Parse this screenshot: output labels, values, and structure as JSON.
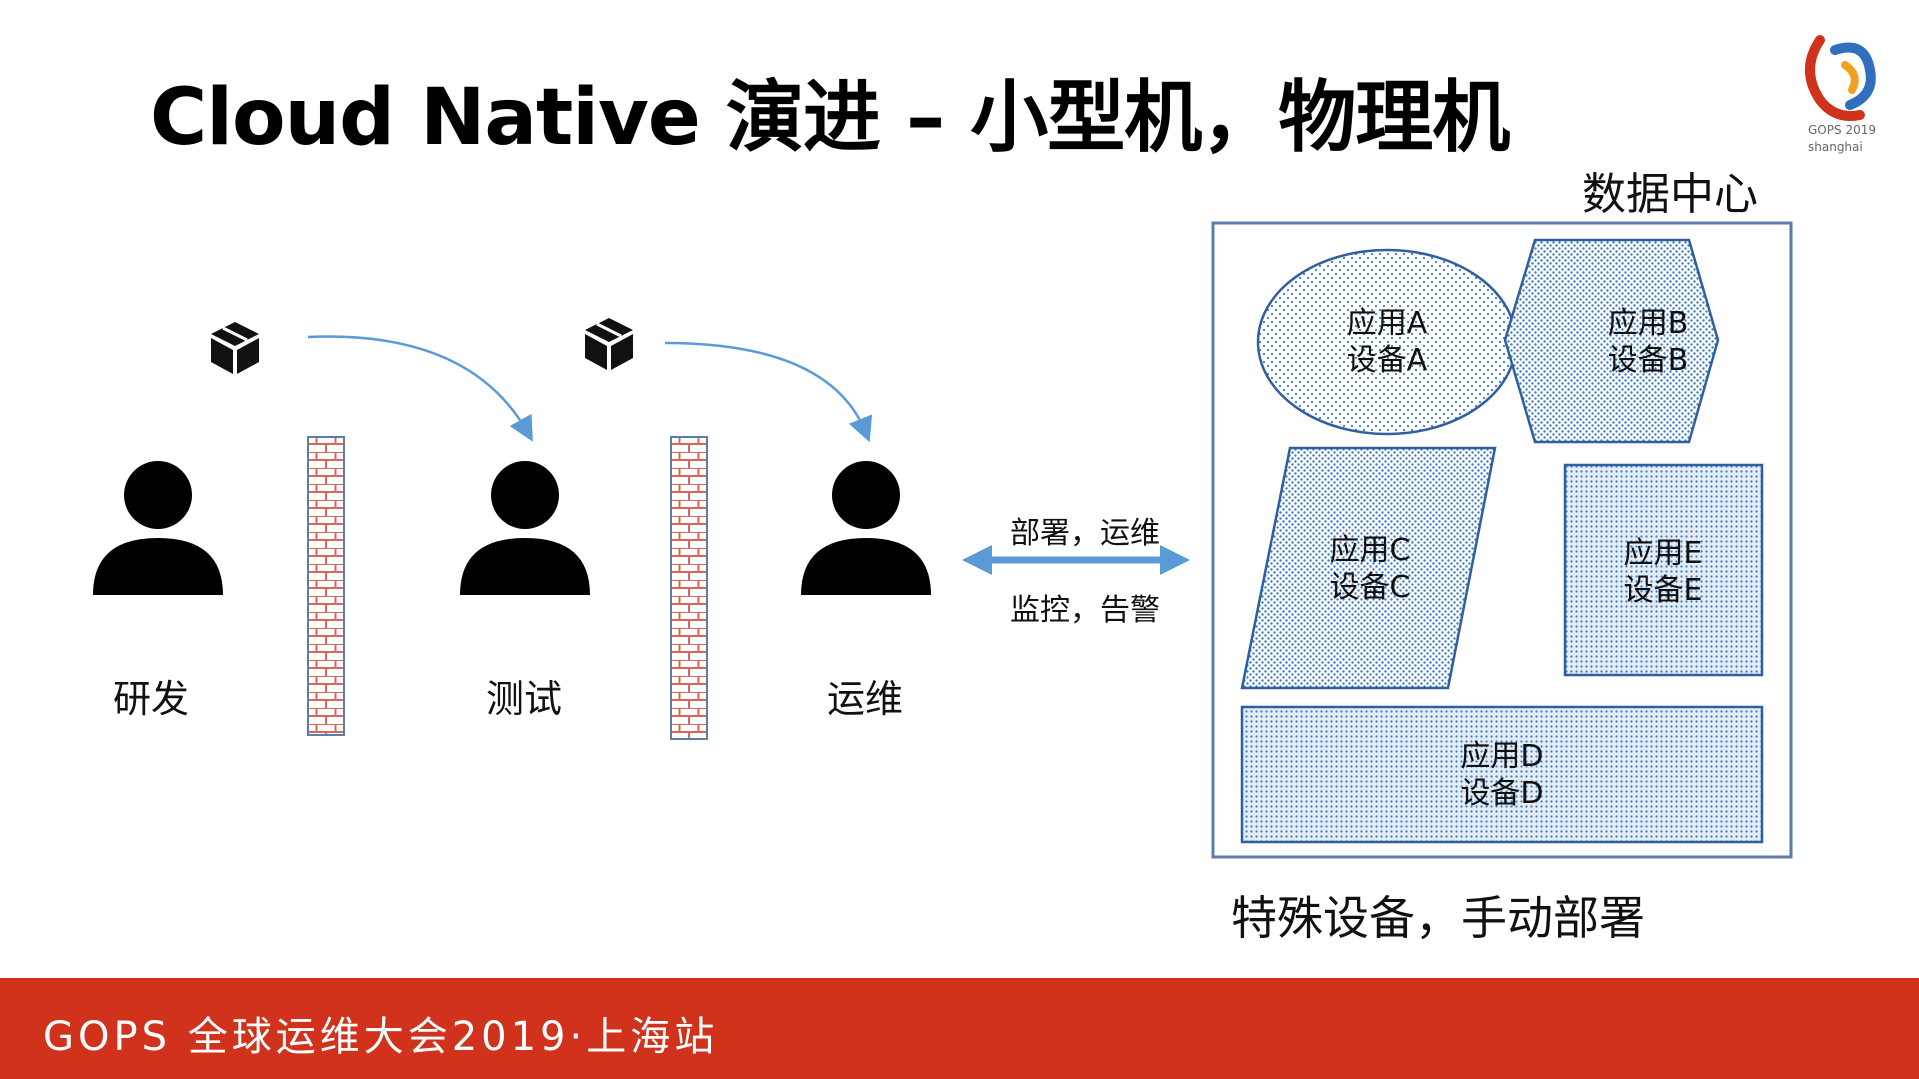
{
  "title": "Cloud Native 演进 – 小型机，物理机",
  "logo": {
    "name": "GOPS",
    "year": "2019",
    "city": "shanghai"
  },
  "data_center": {
    "label": "数据中心",
    "apps": [
      {
        "app": "应用A",
        "device": "设备A"
      },
      {
        "app": "应用B",
        "device": "设备B"
      },
      {
        "app": "应用C",
        "device": "设备C"
      },
      {
        "app": "应用E",
        "device": "设备E"
      },
      {
        "app": "应用D",
        "device": "设备D"
      }
    ]
  },
  "roles": [
    {
      "label": "研发"
    },
    {
      "label": "测试"
    },
    {
      "label": "运维"
    }
  ],
  "arrow_labels": {
    "top": "部署，运维",
    "bottom": "监控，告警"
  },
  "note": "特殊设备，手动部署",
  "footer": "GOPS 全球运维大会2019·上海站",
  "colors": {
    "accent_red": "#d0321c",
    "arrow_blue": "#5b9bd5",
    "dc_border": "#5b7ea8",
    "dot_blue": "#3a78c2",
    "brick": "#d9665a"
  }
}
